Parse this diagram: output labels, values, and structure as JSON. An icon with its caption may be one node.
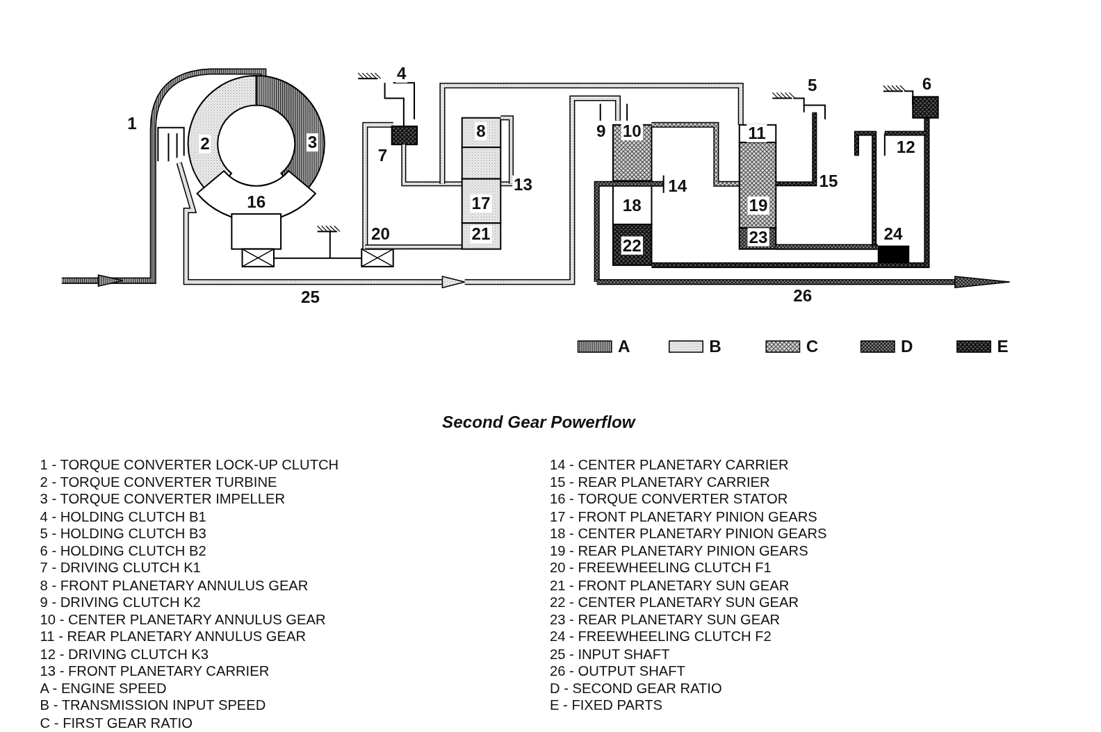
{
  "diagram": {
    "title": "Second Gear Powerflow",
    "labels": [
      "4",
      "6",
      "5",
      "1",
      "8",
      "9",
      "10",
      "11",
      "3",
      "2",
      "12",
      "7",
      "15",
      "13",
      "14",
      "16",
      "17",
      "18",
      "19",
      "20",
      "21",
      "24",
      "23",
      "22",
      "26",
      "25",
      "1 - TORQUE CONVERTER LOCK-UP CLUTCH",
      "2 - TORQUE CONVERTER TURBINE",
      "3 - TORQUE CONVERTER IMPELLER",
      "4 - HOLDING CLUTCH B1",
      "5 - HOLDING CLUTCH B3",
      "6 - HOLDING CLUTCH B2",
      "7 - DRIVING CLUTCH K1",
      "8 - FRONT PLANETARY ANNULUS GEAR",
      "9 - DRIVING CLUTCH K2",
      "10 - CENTER PLANETARY ANNULUS GEAR",
      "11 - REAR PLANETARY ANNULUS GEAR",
      "12 - DRIVING CLUTCH K3",
      "13 - FRONT PLANETARY CARRIER",
      "A - ENGINE SPEED",
      "B - TRANSMISSION INPUT SPEED",
      "C - FIRST GEAR RATIO",
      "14 - CENTER PLANETARY CARRIER",
      "15 - REAR PLANETARY CARRIER",
      "16 - TORQUE CONVERTER STATOR",
      "17 - FRONT PLANETARY PINION GEARS",
      "18 - CENTER PLANETARY PINION GEARS",
      "19 - REAR PLANETARY PINION GEARS",
      "20 - FREEWHEELING CLUTCH F1",
      "21 - FRONT PLANETARY SUN GEAR",
      "22 - CENTER PLANETARY SUN GEAR",
      "23 - REAR PLANETARY SUN GEAR",
      "24 - FREEWHEELING CLUTCH F2",
      "25 - INPUT SHAFT",
      "26 - OUTPUT SHAFT",
      "D - SECOND GEAR RATIO",
      "E - FIXED PARTS"
    ],
    "legend": [
      {
        "text": "A"
      },
      {
        "text": "B"
      },
      {
        "text": "C"
      },
      {
        "text": "D"
      },
      {
        "text": "E"
      }
    ]
  }
}
